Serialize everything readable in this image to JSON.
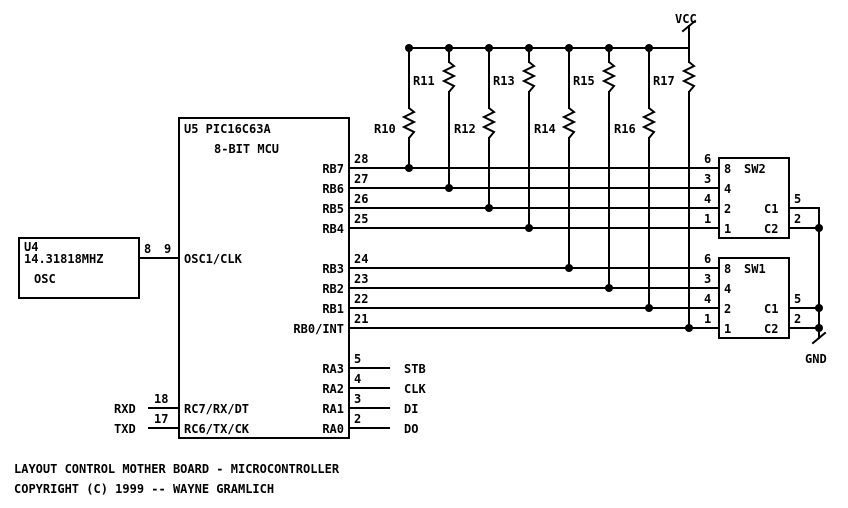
{
  "mcu": {
    "ref": "U5 PIC16C63A",
    "desc": "8-BIT MCU",
    "pins": {
      "rb7": "RB7",
      "rb6": "RB6",
      "rb5": "RB5",
      "rb4": "RB4",
      "rb3": "RB3",
      "rb2": "RB2",
      "rb1": "RB1",
      "rb0": "RB0/INT",
      "ra3": "RA3",
      "ra2": "RA2",
      "ra1": "RA1",
      "ra0": "RA0",
      "osc": "OSC1/CLK",
      "rc7": "RC7/RX/DT",
      "rc6": "RC6/TX/CK"
    },
    "pin_numbers": {
      "rb7": "28",
      "rb6": "27",
      "rb5": "26",
      "rb4": "25",
      "rb3": "24",
      "rb2": "23",
      "rb1": "22",
      "rb0": "21",
      "ra3": "5",
      "ra2": "4",
      "ra1": "3",
      "ra0": "2",
      "osc": "9",
      "rc7": "18",
      "rc6": "17"
    }
  },
  "oscillator": {
    "ref": "U4",
    "freq": "14.31818MHZ",
    "label": "OSC",
    "pin": "8"
  },
  "power": {
    "vcc": "VCC",
    "gnd": "GND"
  },
  "resistors": [
    "R10",
    "R11",
    "R12",
    "R13",
    "R14",
    "R15",
    "R16",
    "R17"
  ],
  "sw2": {
    "ref": "SW2",
    "inner": [
      "8",
      "4",
      "2",
      "1"
    ],
    "outer": [
      "6",
      "3",
      "4",
      "1"
    ],
    "c1": "C1",
    "c2": "C2",
    "c1_pin": "5",
    "c2_pin": "2"
  },
  "sw1": {
    "ref": "SW1",
    "inner": [
      "8",
      "4",
      "2",
      "1"
    ],
    "outer": [
      "6",
      "3",
      "4",
      "1"
    ],
    "c1": "C1",
    "c2": "C2",
    "c1_pin": "5",
    "c2_pin": "2"
  },
  "signals": {
    "stb": "STB",
    "clk": "CLK",
    "di": "DI",
    "do": "DO",
    "rxd": "RXD",
    "txd": "TXD"
  },
  "footer": {
    "line1": "LAYOUT CONTROL MOTHER BOARD - MICROCONTROLLER",
    "line2": "COPYRIGHT (C) 1999 -- WAYNE GRAMLICH"
  }
}
